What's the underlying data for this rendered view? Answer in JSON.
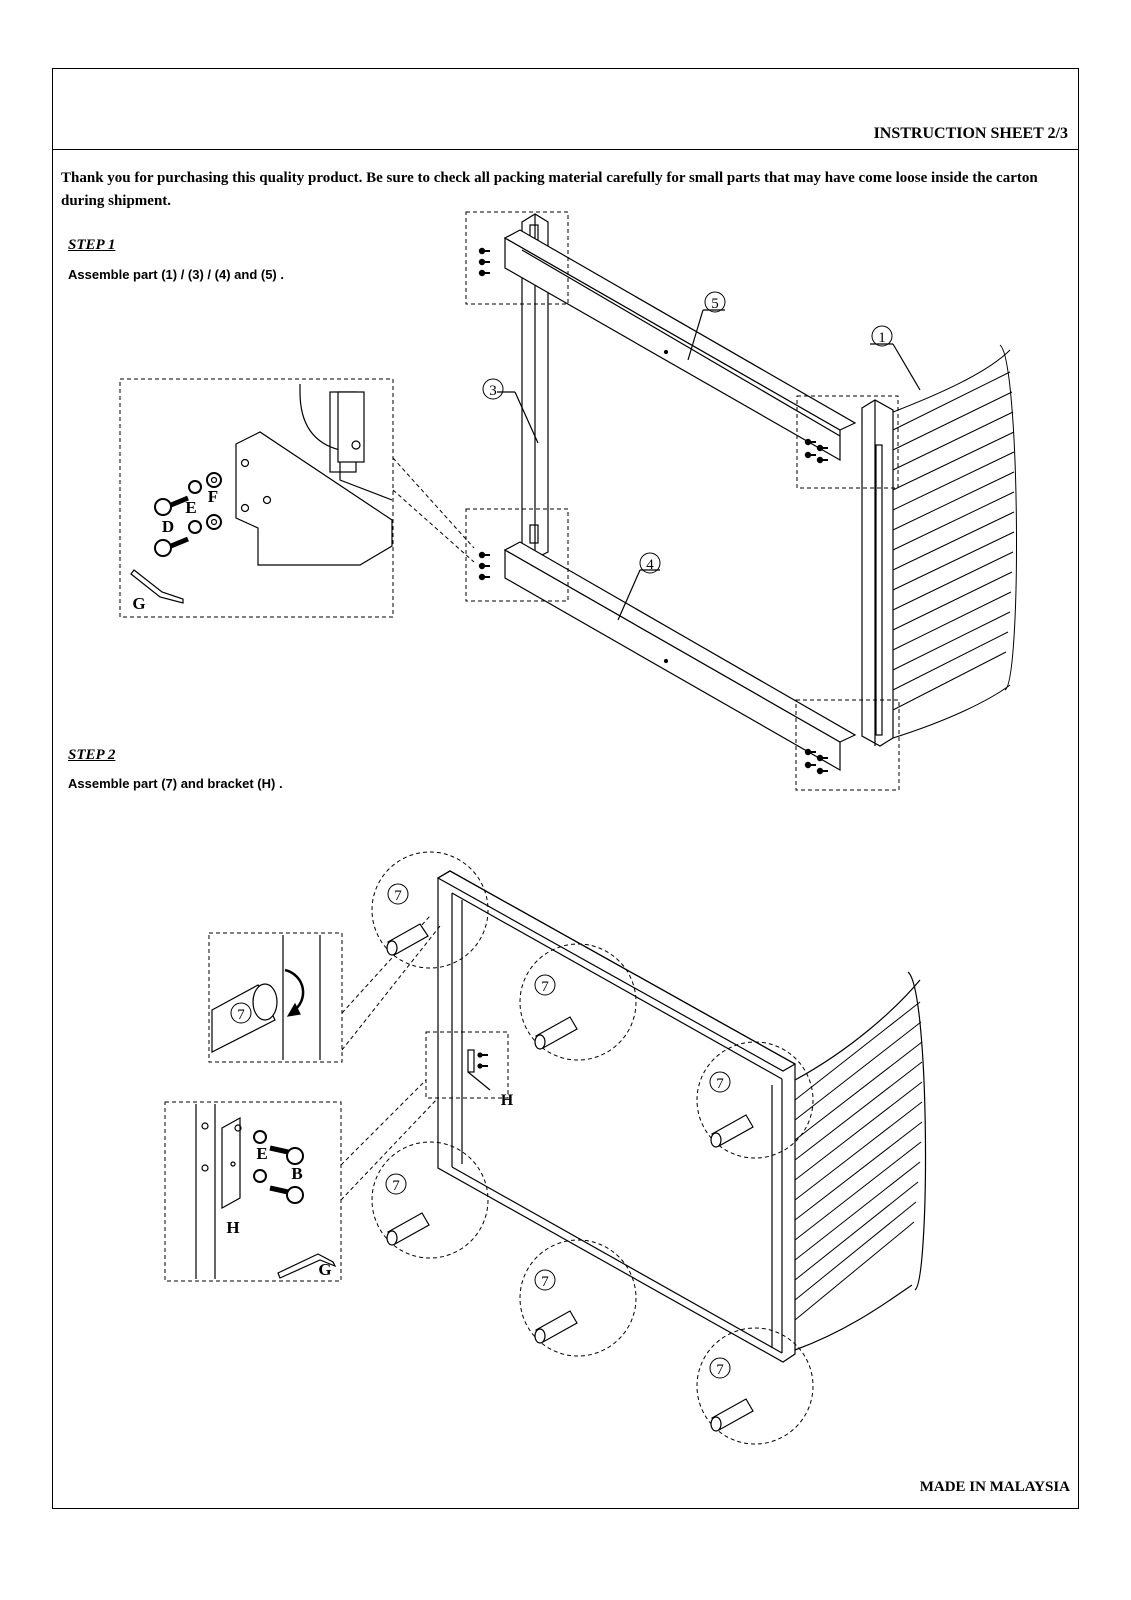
{
  "header": {
    "title": "INSTRUCTION SHEET 2/3"
  },
  "intro": "Thank you for purchasing this quality product. Be sure to check all packing material carefully for small parts that may have come loose inside the carton during shipment.",
  "step1": {
    "title": "STEP 1",
    "text": "Assemble  part (1) / (3) / (4) and (5) .",
    "callouts": {
      "p1": "1",
      "p3": "3",
      "p4": "4",
      "p5": "5"
    },
    "hardware": {
      "d": "D",
      "e": "E",
      "f": "F",
      "g": "G"
    }
  },
  "step2": {
    "title": "STEP 2",
    "text": "Assemble  part (7) and bracket (H) .",
    "leg": "7",
    "hardware": {
      "h": "H",
      "e": "E",
      "b": "B",
      "g": "G"
    }
  },
  "footer": {
    "label": "MADE IN MALAYSIA"
  }
}
